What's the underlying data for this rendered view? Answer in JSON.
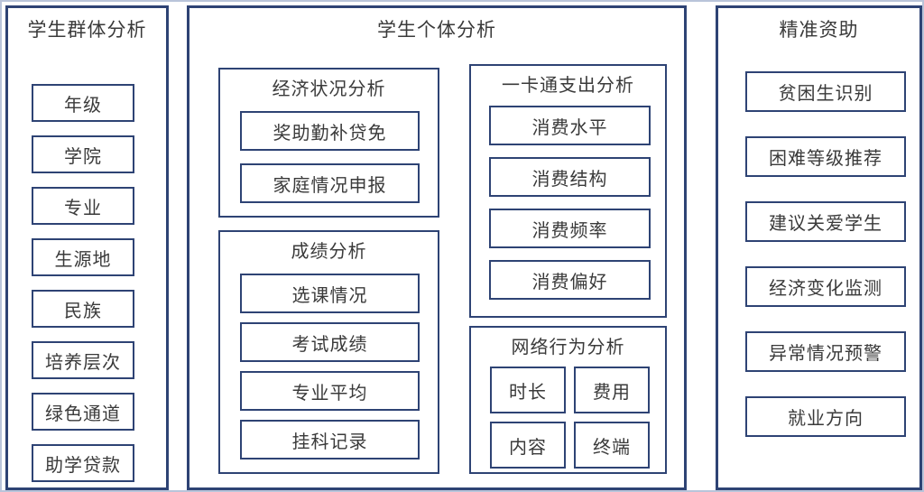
{
  "diagram": {
    "title_bar_color": "#2e4374",
    "outer_frame_color": "#b9c4da",
    "text_color": "#3a3a3a",
    "background": "#ffffff"
  },
  "panels": {
    "group_analysis": {
      "title": "学生群体分析",
      "items": [
        {
          "label": "年级"
        },
        {
          "label": "学院"
        },
        {
          "label": "专业"
        },
        {
          "label": "生源地"
        },
        {
          "label": "民族"
        },
        {
          "label": "培养层次"
        },
        {
          "label": "绿色通道"
        },
        {
          "label": "助学贷款"
        }
      ]
    },
    "individual_analysis": {
      "title": "学生个体分析",
      "subgroups": [
        {
          "key": "economic",
          "title": "经济状况分析",
          "items": [
            {
              "label": "奖助勤补贷免"
            },
            {
              "label": "家庭情况申报"
            }
          ]
        },
        {
          "key": "grades",
          "title": "成绩分析",
          "items": [
            {
              "label": "选课情况"
            },
            {
              "label": "考试成绩"
            },
            {
              "label": "专业平均"
            },
            {
              "label": "挂科记录"
            }
          ]
        },
        {
          "key": "card",
          "title": "一卡通支出分析",
          "items": [
            {
              "label": "消费水平"
            },
            {
              "label": "消费结构"
            },
            {
              "label": "消费频率"
            },
            {
              "label": "消费偏好"
            }
          ]
        },
        {
          "key": "network",
          "title": "网络行为分析",
          "items": [
            {
              "label": "时长"
            },
            {
              "label": "费用"
            },
            {
              "label": "内容"
            },
            {
              "label": "终端"
            }
          ]
        }
      ]
    },
    "precision_aid": {
      "title": "精准资助",
      "items": [
        {
          "label": "贫困生识别"
        },
        {
          "label": "困难等级推荐"
        },
        {
          "label": "建议关爱学生"
        },
        {
          "label": "经济变化监测"
        },
        {
          "label": "异常情况预警"
        },
        {
          "label": "就业方向"
        }
      ]
    }
  }
}
